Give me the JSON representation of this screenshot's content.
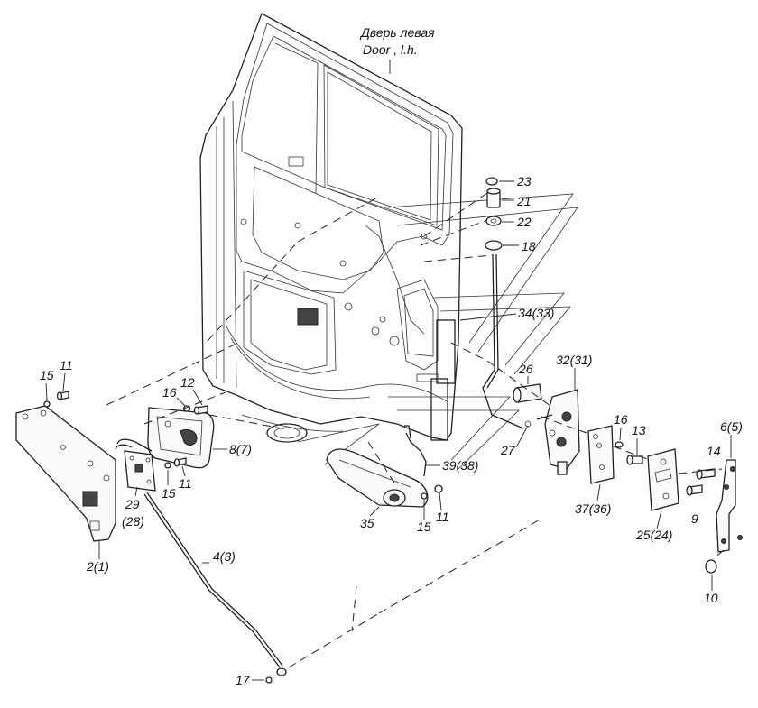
{
  "title": {
    "ru": "Дверь левая",
    "en": "Door , l.h."
  },
  "labels": {
    "l23": "23",
    "l21": "21",
    "l22": "22",
    "l18": "18",
    "l34": "34(33)",
    "l26": "26",
    "l32": "32(31)",
    "l27": "27",
    "l16a": "16",
    "l13": "13",
    "l65": "6(5)",
    "l14": "14",
    "l9": "9",
    "l37": "37(36)",
    "l25": "25(24)",
    "l10": "10",
    "l39": "39(38)",
    "l35": "35",
    "l15a": "15",
    "l11a": "11",
    "l12": "12",
    "l16b": "16",
    "l87": "8(7)",
    "l15b": "15",
    "l11b": "11",
    "l15c": "15",
    "l11c": "11",
    "l29": "29",
    "l28": "(28)",
    "l21b": "2(1)",
    "l43": "4(3)",
    "l17": "17"
  }
}
